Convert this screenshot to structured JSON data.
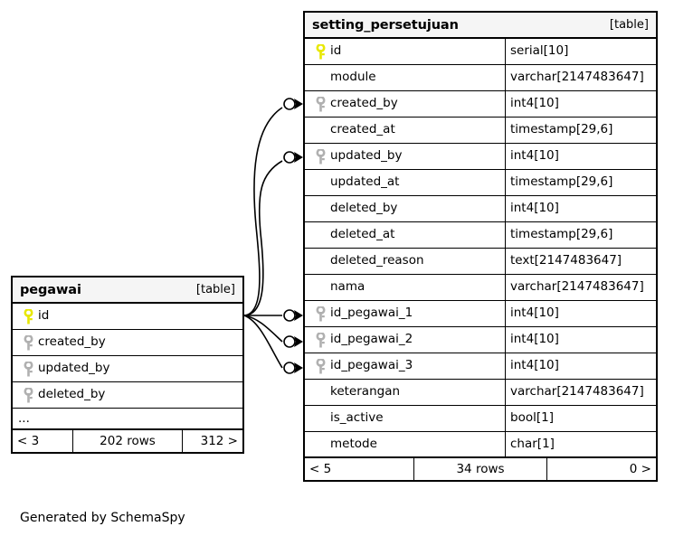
{
  "diagram": {
    "caption": "Generated by SchemaSpy",
    "table_tag": "[table]",
    "colors": {
      "pk_key": "#e8e800",
      "fk_key": "#b0b0b0",
      "border": "#000000",
      "header_bg": "#f5f5f5",
      "background": "#ffffff"
    }
  },
  "tables": [
    {
      "id": "setting_persetujuan",
      "name": "setting_persetujuan",
      "tag": "[table]",
      "columns": [
        {
          "name": "id",
          "type": "serial[10]",
          "key": "primary"
        },
        {
          "name": "module",
          "type": "varchar[2147483647]",
          "key": "none"
        },
        {
          "name": "created_by",
          "type": "int4[10]",
          "key": "foreign"
        },
        {
          "name": "created_at",
          "type": "timestamp[29,6]",
          "key": "none"
        },
        {
          "name": "updated_by",
          "type": "int4[10]",
          "key": "foreign"
        },
        {
          "name": "updated_at",
          "type": "timestamp[29,6]",
          "key": "none"
        },
        {
          "name": "deleted_by",
          "type": "int4[10]",
          "key": "none"
        },
        {
          "name": "deleted_at",
          "type": "timestamp[29,6]",
          "key": "none"
        },
        {
          "name": "deleted_reason",
          "type": "text[2147483647]",
          "key": "none"
        },
        {
          "name": "nama",
          "type": "varchar[2147483647]",
          "key": "none"
        },
        {
          "name": "id_pegawai_1",
          "type": "int4[10]",
          "key": "foreign"
        },
        {
          "name": "id_pegawai_2",
          "type": "int4[10]",
          "key": "foreign"
        },
        {
          "name": "id_pegawai_3",
          "type": "int4[10]",
          "key": "foreign"
        },
        {
          "name": "keterangan",
          "type": "varchar[2147483647]",
          "key": "none"
        },
        {
          "name": "is_active",
          "type": "bool[1]",
          "key": "none"
        },
        {
          "name": "metode",
          "type": "char[1]",
          "key": "none"
        }
      ],
      "footer": {
        "prev": "< 5",
        "rows": "34 rows",
        "next": "0 >"
      }
    },
    {
      "id": "pegawai",
      "name": "pegawai",
      "tag": "[table]",
      "columns": [
        {
          "name": "id",
          "type": "",
          "key": "primary"
        },
        {
          "name": "created_by",
          "type": "",
          "key": "foreign"
        },
        {
          "name": "updated_by",
          "type": "",
          "key": "foreign"
        },
        {
          "name": "deleted_by",
          "type": "",
          "key": "foreign"
        }
      ],
      "more_indicator": "...",
      "footer": {
        "prev": "< 3",
        "rows": "202 rows",
        "next": "312 >"
      }
    }
  ],
  "relationships": [
    {
      "from_table": "pegawai",
      "from_column": "id",
      "to_table": "setting_persetujuan",
      "to_column": "created_by"
    },
    {
      "from_table": "pegawai",
      "from_column": "id",
      "to_table": "setting_persetujuan",
      "to_column": "updated_by"
    },
    {
      "from_table": "pegawai",
      "from_column": "id",
      "to_table": "setting_persetujuan",
      "to_column": "id_pegawai_1"
    },
    {
      "from_table": "pegawai",
      "from_column": "id",
      "to_table": "setting_persetujuan",
      "to_column": "id_pegawai_2"
    },
    {
      "from_table": "pegawai",
      "from_column": "id",
      "to_table": "setting_persetujuan",
      "to_column": "id_pegawai_3"
    }
  ]
}
